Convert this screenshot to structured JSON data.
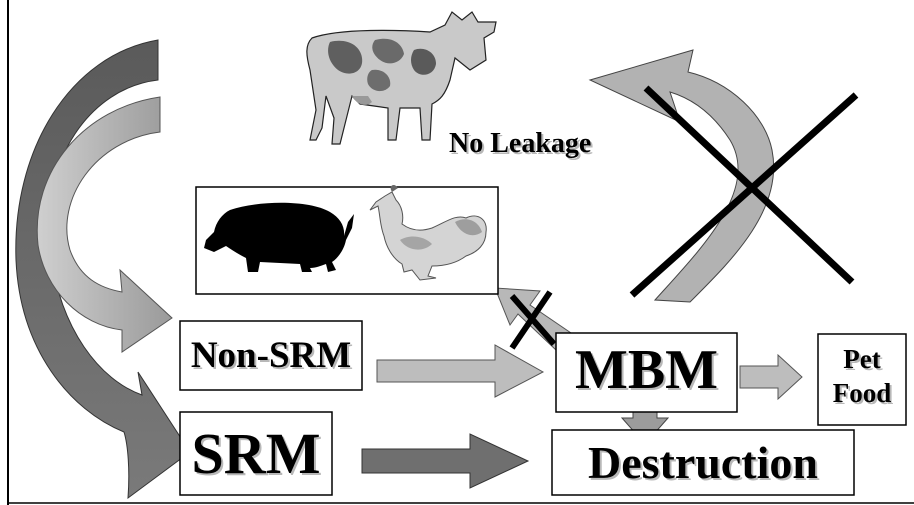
{
  "labels": {
    "no_leakage": "No Leakage",
    "non_srm": "Non-SRM",
    "srm": "SRM",
    "mbm": "MBM",
    "destruction": "Destruction",
    "pet_food_line1": "Pet",
    "pet_food_line2": "Food"
  },
  "icons": [
    "cow-icon",
    "pig-icon",
    "chicken-icon"
  ],
  "colors": {
    "dark_arrow": "#6e6e6e",
    "light_arrow": "#b9b9b9",
    "cross": "#000000"
  }
}
